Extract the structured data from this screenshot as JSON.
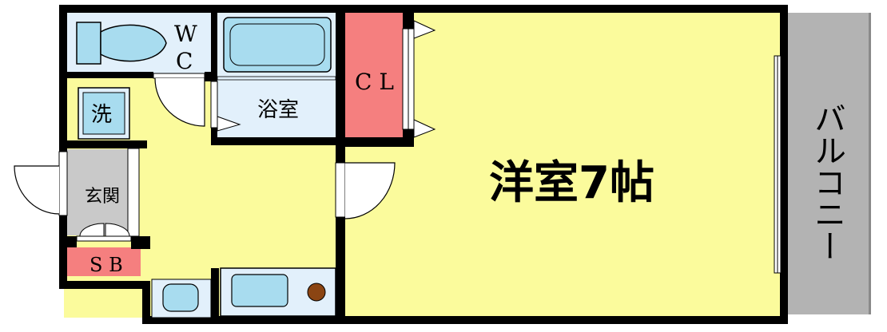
{
  "rooms": {
    "wc": "W C",
    "bath": "浴室",
    "closet": "C L",
    "washer": "洗",
    "entrance": "玄関",
    "shoebox": "S B",
    "main_room": "洋室7帖",
    "balcony": "バルコニー"
  },
  "colors": {
    "wall": "#000000",
    "floor_yellow": "#fbfb9c",
    "wet_blue": "#e2f0fb",
    "fixture_blue": "#a8dcef",
    "closet_red": "#f57f7f",
    "entrance_gray": "#c9c9c9",
    "balcony_gray": "#b3b3b3",
    "drain_brown": "#8b4513"
  }
}
